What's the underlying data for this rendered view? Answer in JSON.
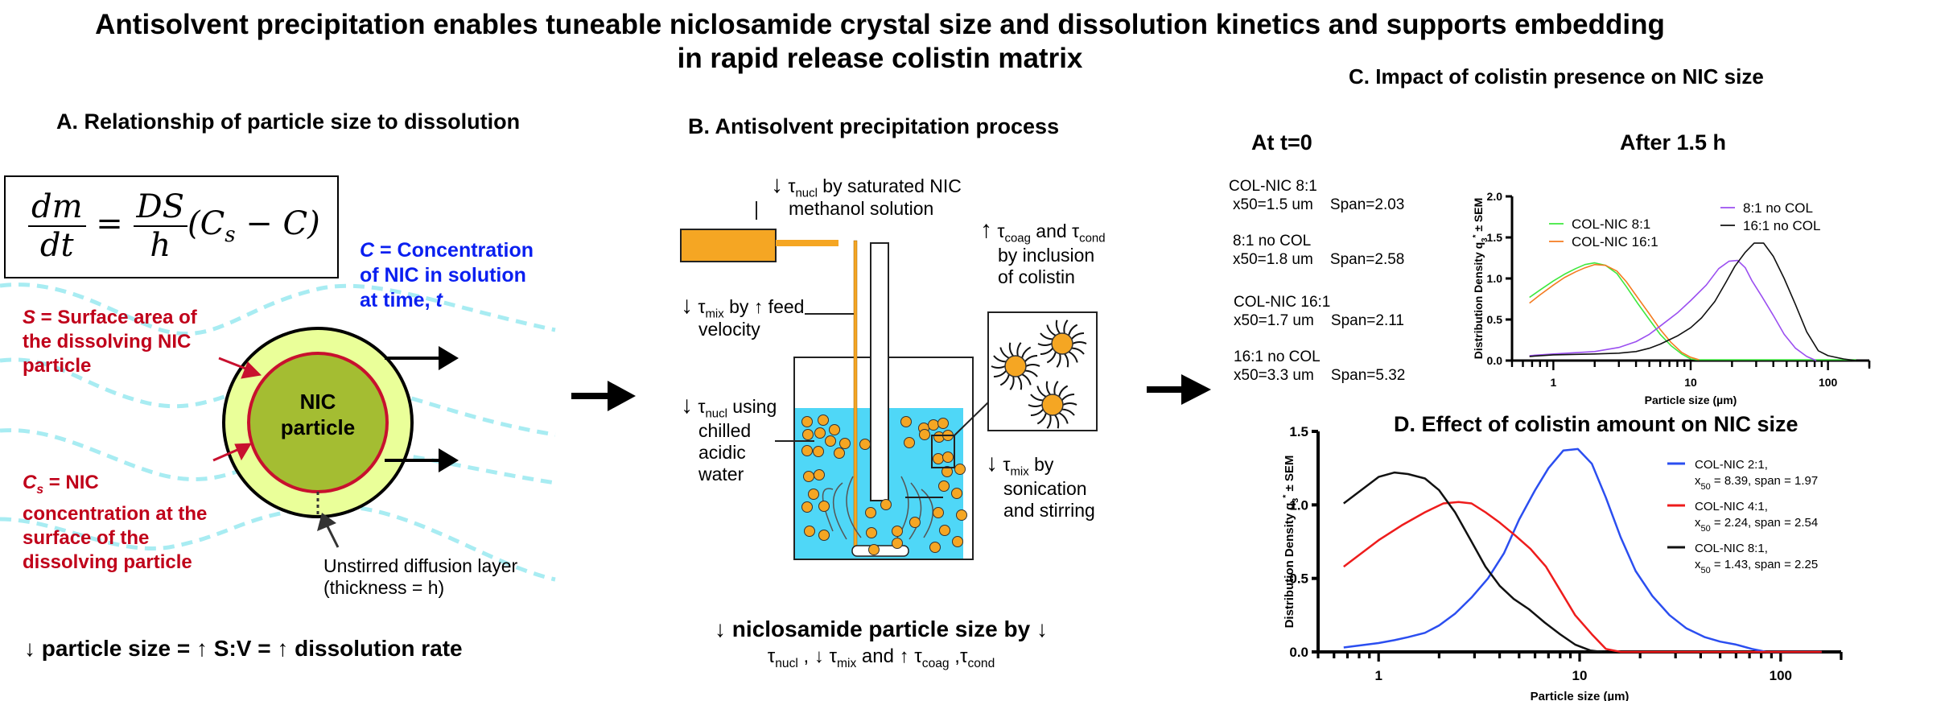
{
  "title": {
    "line1": "Antisolvent precipitation enables tuneable niclosamide crystal size and dissolution kinetics and supports embedding",
    "line2": "in rapid release colistin matrix"
  },
  "panelA": {
    "heading": "A. Relationship of particle size to dissolution",
    "formula": {
      "lhs_num": "dm",
      "lhs_den": "dt",
      "rhs_num": "DS",
      "rhs_den": "h",
      "rhs_tail": "(C",
      "sub": "s",
      "tail2": " − C)"
    },
    "c_label": {
      "sym": "C",
      "text1": " = Concentration",
      "text2": "of NIC in solution",
      "text3": "at time, ",
      "t": "t"
    },
    "s_label": {
      "sym": "S",
      "text1": " = Surface area of",
      "text2": "the dissolving NIC",
      "text3": "particle"
    },
    "cs_label": {
      "sym": "C",
      "sub": "s",
      "text1": " = NIC",
      "text2": "concentration at the",
      "text3": "surface of the",
      "text4": "dissolving particle"
    },
    "particle_line1": "NIC",
    "particle_line2": "particle",
    "layer_line1": "Unstirred diffusion layer",
    "layer_line2": "(thickness = h)",
    "summary": "↓ particle size = ↑ S:V = ↑ dissolution rate",
    "colors": {
      "outer": "#eaff99",
      "inner": "#a4bd32",
      "ring": "#c8102e",
      "wave": "#a8ecf2"
    }
  },
  "panelB": {
    "heading": "B. Antisolvent precipitation process",
    "note1": {
      "arrow": "↓",
      "tau": "τ",
      "sub": "nucl",
      "text1": " by saturated NIC",
      "text2": "methanol solution"
    },
    "note2": {
      "arrow": "↑",
      "tau1": "τ",
      "sub1": "coag",
      "mid": " and ",
      "tau2": "τ",
      "sub2": "cond",
      "text2": "by inclusion",
      "text3": "of colistin"
    },
    "note3": {
      "arrow": "↓",
      "tau": "τ",
      "sub": "mix",
      "text1": " by ↑ feed",
      "text2": "velocity"
    },
    "note4": {
      "arrow": "↓",
      "tau": "τ",
      "sub": "nucl",
      "text1": " using",
      "text2": "chilled",
      "text3": "acidic",
      "text4": "water"
    },
    "note5": {
      "arrow": "↓",
      "tau": "τ",
      "sub": "mix",
      "text1": " by",
      "text2": "sonication",
      "text3": "and stirring"
    },
    "summary_line1": "↓ niclosamide particle size by ↓",
    "summary_line2": {
      "t1": "τ",
      "s1": "nucl",
      "m1": " , ↓ ",
      "t2": "τ",
      "s2": "mix",
      "m2": " and ↑ ",
      "t3": "τ",
      "s3": "coag",
      "m3": " ,",
      "t4": "τ",
      "s4": "cond"
    },
    "colors": {
      "water": "#4fd7f7",
      "syringe": "#f5a623",
      "particle": "#f5a623"
    }
  },
  "panelC": {
    "heading": "C. Impact of colistin presence on NIC size",
    "t0_heading": "At t=0",
    "t0_stats": [
      {
        "name": "COL-NIC 8:1",
        "stat": "x50=1.5 um    Span=2.03"
      },
      {
        "name": "8:1 no COL",
        "stat": "x50=1.8 um    Span=2.58"
      },
      {
        "name": "COL-NIC 16:1",
        "stat": "x50=1.7 um    Span=2.11"
      },
      {
        "name": "16:1 no COL",
        "stat": "x50=3.3 um    Span=5.32"
      }
    ]
  },
  "panelD": {
    "heading": "D. Effect of colistin amount on NIC size"
  },
  "chart_data": [
    {
      "type": "line",
      "title": "After 1.5 h",
      "xlabel": "Particle size (µm)",
      "ylabel": "Distribution Density q3* ± SEM",
      "xscale": "log",
      "xlim": [
        0.5,
        200
      ],
      "ylim": [
        0,
        2.0
      ],
      "yticks": [
        "0.0",
        "0.5",
        "1.0",
        "1.5",
        "2.0"
      ],
      "xticks": [
        "1",
        "10",
        "100"
      ],
      "legend": "top",
      "series": [
        {
          "name": "COL-NIC 8:1",
          "color": "#3ee83e",
          "x": [
            0.67,
            0.8,
            1.0,
            1.2,
            1.45,
            1.7,
            2.0,
            2.4,
            2.9,
            3.4,
            4.1,
            5.0,
            6.0,
            7.2,
            8.6,
            10,
            11,
            15,
            25,
            50,
            100,
            160
          ],
          "y": [
            0.77,
            0.86,
            0.97,
            1.05,
            1.12,
            1.17,
            1.19,
            1.16,
            1.06,
            0.9,
            0.7,
            0.5,
            0.32,
            0.18,
            0.08,
            0.02,
            0.01,
            0.01,
            0.01,
            0.01,
            0.01,
            0.01
          ]
        },
        {
          "name": "COL-NIC 16:1",
          "color": "#f47b20",
          "x": [
            0.67,
            0.8,
            1.0,
            1.2,
            1.45,
            1.7,
            2.0,
            2.4,
            2.9,
            3.4,
            4.1,
            5.0,
            6.0,
            7.2,
            8.6,
            10,
            11.5
          ],
          "y": [
            0.7,
            0.8,
            0.92,
            1.01,
            1.08,
            1.13,
            1.17,
            1.16,
            1.09,
            0.96,
            0.77,
            0.57,
            0.38,
            0.22,
            0.1,
            0.04,
            0.01
          ]
        },
        {
          "name": "8:1 no COL",
          "color": "#9b4ff0",
          "x": [
            0.67,
            1,
            2,
            3,
            4,
            5,
            6,
            8,
            10,
            13,
            16,
            19,
            22,
            25,
            28,
            33,
            40,
            48,
            58,
            70,
            82
          ],
          "y": [
            0.06,
            0.08,
            0.11,
            0.16,
            0.23,
            0.32,
            0.42,
            0.58,
            0.73,
            0.92,
            1.12,
            1.21,
            1.22,
            1.13,
            0.97,
            0.78,
            0.55,
            0.32,
            0.15,
            0.05,
            0.0
          ]
        },
        {
          "name": "16:1 no COL",
          "color": "#111111",
          "x": [
            0.67,
            1,
            2,
            3,
            4,
            5,
            6,
            8,
            10,
            12,
            15,
            18,
            21,
            25,
            29,
            34,
            40,
            48,
            58,
            70,
            85,
            100,
            130,
            160
          ],
          "y": [
            0.05,
            0.07,
            0.08,
            0.09,
            0.11,
            0.15,
            0.2,
            0.3,
            0.4,
            0.52,
            0.72,
            0.95,
            1.15,
            1.32,
            1.43,
            1.43,
            1.27,
            1.0,
            0.68,
            0.35,
            0.12,
            0.06,
            0.02,
            0.0
          ]
        }
      ]
    },
    {
      "type": "line",
      "title": "",
      "xlabel": "Particle size (µm)",
      "ylabel": "Distribution Density q3* ± SEM",
      "xscale": "log",
      "xlim": [
        0.5,
        200
      ],
      "ylim": [
        0,
        1.5
      ],
      "yticks": [
        "0.0",
        "0.5",
        "1.0",
        "1.5"
      ],
      "xticks": [
        "1",
        "10",
        "100"
      ],
      "legend": "right",
      "series": [
        {
          "name": "COL-NIC 2:1,",
          "stat": "= 8.39, span = 1.97",
          "color": "#2b4ef0",
          "x": [
            0.67,
            1.0,
            1.2,
            1.4,
            1.7,
            2.0,
            2.4,
            2.9,
            3.5,
            4.2,
            5.0,
            6.0,
            7.0,
            8.3,
            9.8,
            11.5,
            13.5,
            16,
            19,
            23,
            28,
            34,
            42,
            50,
            60,
            72,
            85,
            100,
            130,
            160
          ],
          "y": [
            0.03,
            0.06,
            0.08,
            0.1,
            0.13,
            0.18,
            0.26,
            0.37,
            0.5,
            0.67,
            0.9,
            1.1,
            1.25,
            1.37,
            1.38,
            1.28,
            1.05,
            0.78,
            0.55,
            0.38,
            0.25,
            0.16,
            0.1,
            0.07,
            0.05,
            0.02,
            0.0,
            0.0,
            0.0,
            0.0
          ]
        },
        {
          "name": "COL-NIC 4:1,",
          "stat": "=  2.24, span = 2.54",
          "color": "#ee1c1c",
          "x": [
            0.67,
            1.0,
            1.3,
            1.7,
            2.1,
            2.5,
            2.9,
            3.4,
            4.0,
            4.8,
            5.7,
            6.8,
            8.0,
            9.5,
            11.5,
            13.5,
            16,
            20,
            30,
            50,
            100,
            160
          ],
          "y": [
            0.58,
            0.76,
            0.86,
            0.95,
            1.01,
            1.02,
            1.01,
            0.95,
            0.88,
            0.79,
            0.7,
            0.58,
            0.42,
            0.25,
            0.12,
            0.02,
            0.0,
            0.0,
            0.0,
            0.0,
            0.0,
            0.0
          ]
        },
        {
          "name": "COL-NIC 8:1,",
          "stat": "= 1.43, span = 2.25",
          "color": "#111111",
          "x": [
            0.67,
            1.0,
            1.2,
            1.4,
            1.7,
            2.0,
            2.4,
            2.9,
            3.4,
            4.0,
            4.7,
            5.6,
            6.7,
            8.0,
            9.5,
            11.3,
            13
          ],
          "y": [
            1.01,
            1.19,
            1.22,
            1.21,
            1.18,
            1.1,
            0.95,
            0.75,
            0.58,
            0.45,
            0.36,
            0.29,
            0.2,
            0.12,
            0.05,
            0.01,
            0.0
          ]
        }
      ]
    }
  ]
}
